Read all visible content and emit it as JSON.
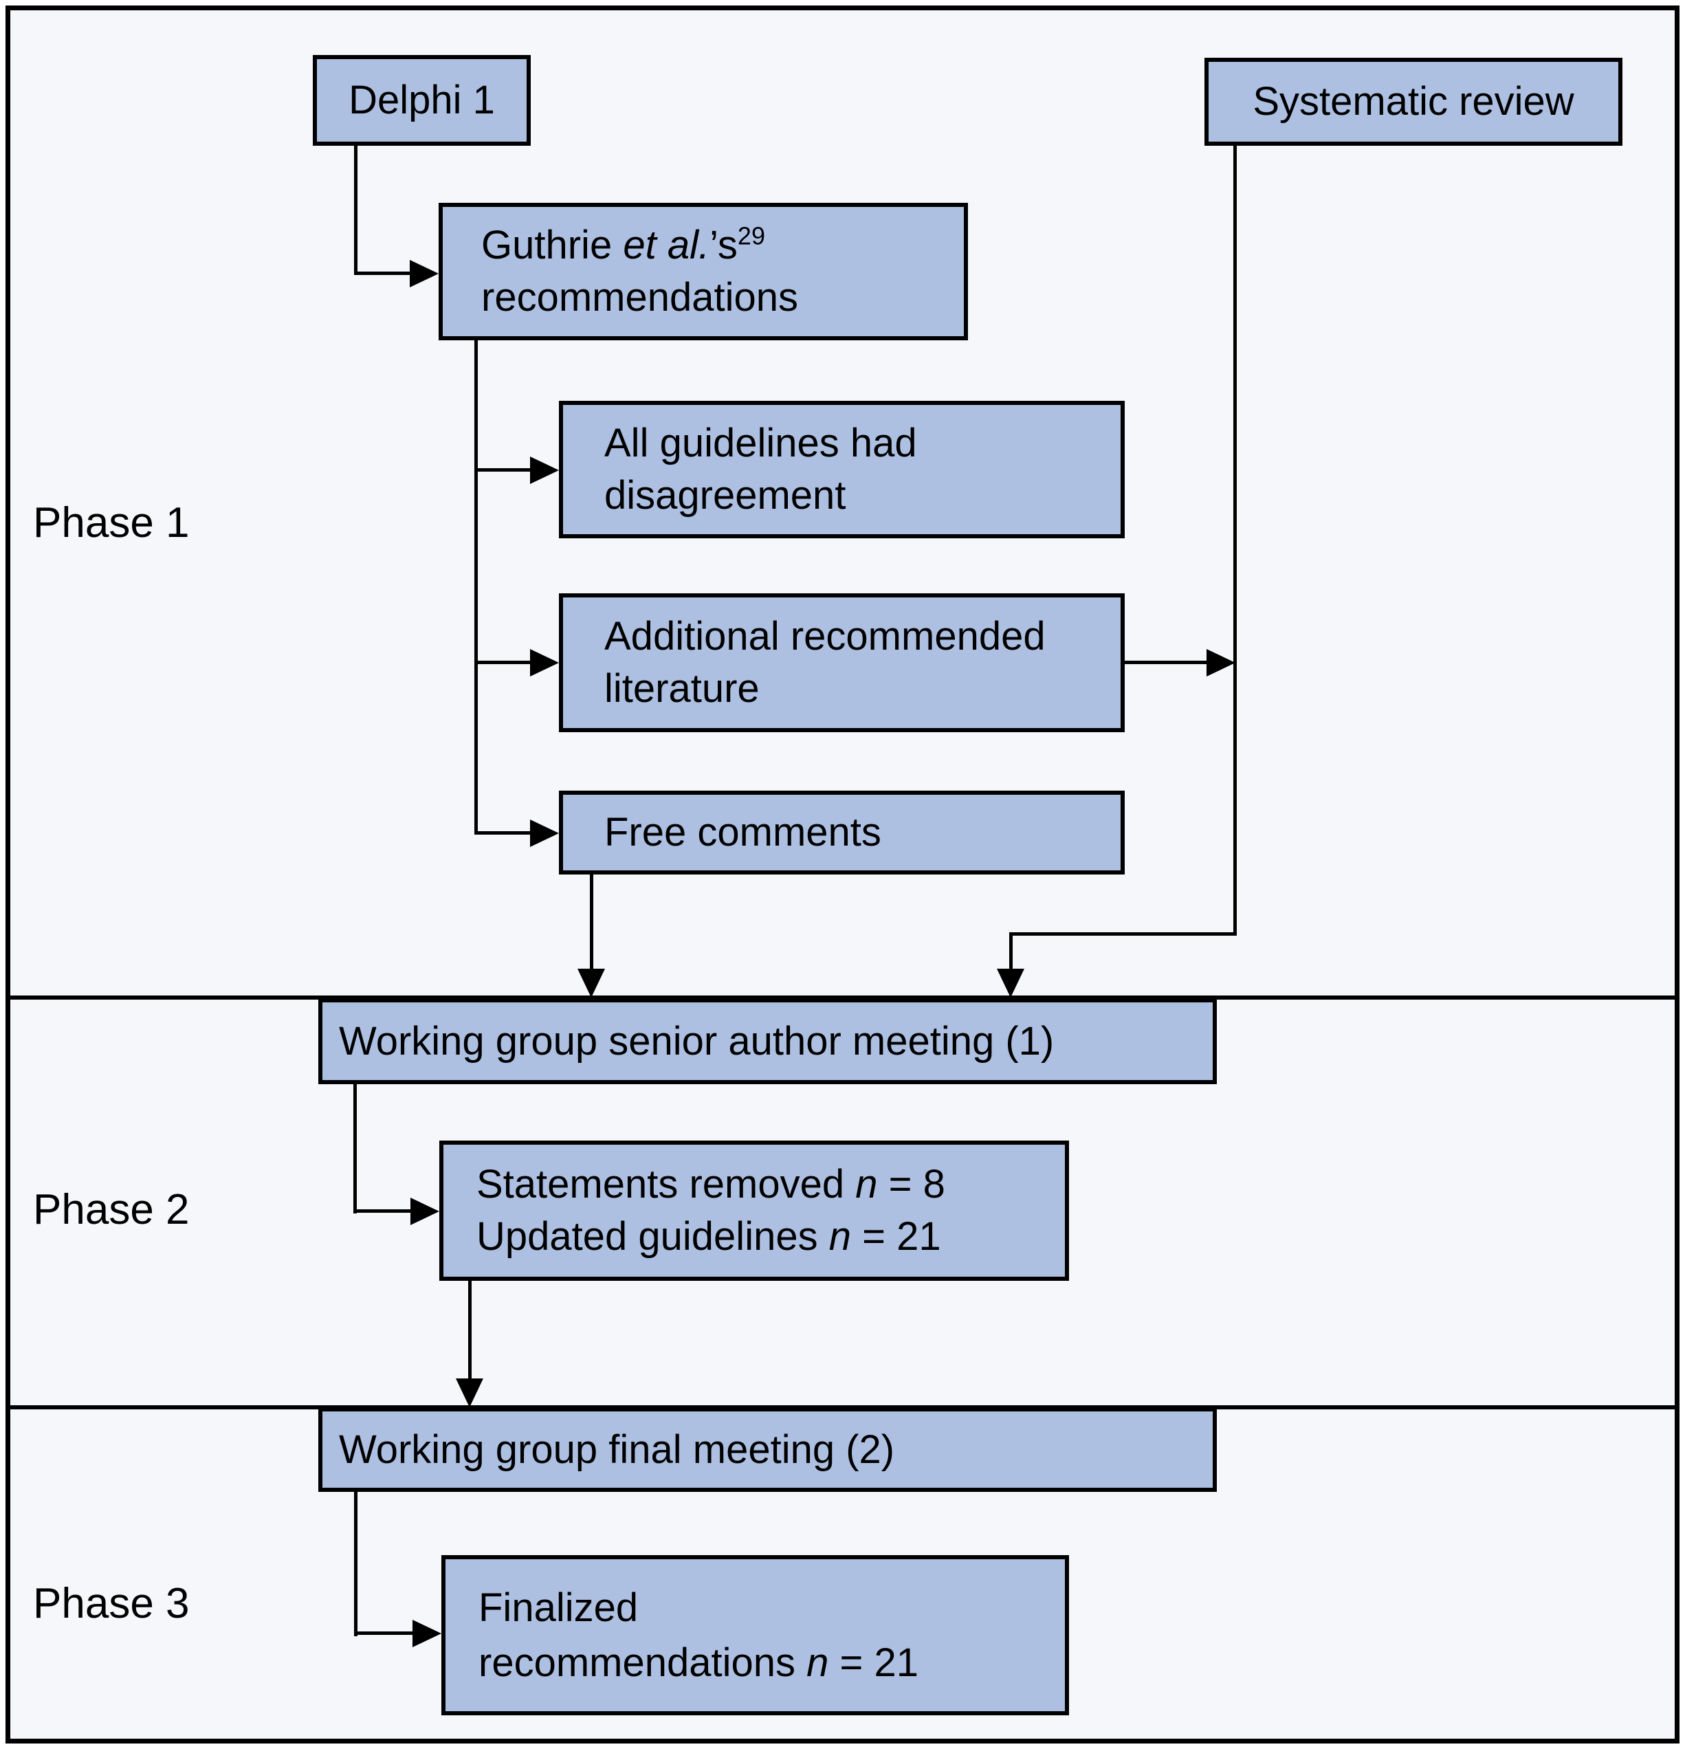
{
  "diagram": {
    "type": "flowchart",
    "background": "#f5f7fb",
    "node_fill": "#adc0e2",
    "line_color": "#000000"
  },
  "phases": {
    "p1": "Phase 1",
    "p2": "Phase 2",
    "p3": "Phase 3"
  },
  "nodes": {
    "delphi": "Delphi 1",
    "systematic": "Systematic review",
    "guthrie": {
      "pre": "Guthrie ",
      "etal": "et al.",
      "apos": "’s",
      "sup": "29",
      "line2": "recommendations"
    },
    "all_guidelines": {
      "line1": "All guidelines had",
      "line2": "disagreement"
    },
    "additional": {
      "line1": "Additional recommended",
      "line2": "literature"
    },
    "free_comments": "Free comments",
    "meeting1": "Working group senior author meeting (1)",
    "statements": {
      "l1a": "Statements removed ",
      "l1n": "n",
      "l1b": " = 8",
      "l2a": "Updated guidelines ",
      "l2n": "n",
      "l2b": " = 21"
    },
    "meeting2": "Working group final meeting (2)",
    "finalized": {
      "l1": "Finalized",
      "l2a": "recommendations ",
      "l2n": "n",
      "l2b": " = 21"
    }
  }
}
